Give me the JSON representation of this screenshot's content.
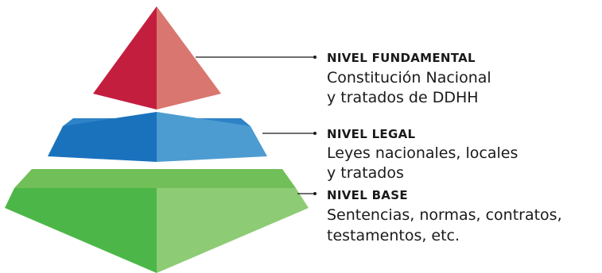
{
  "colors": {
    "top_left": "#c41e3f",
    "top_right": "#d9766f",
    "mid_top": "#2e83c7",
    "mid_left": "#1a72bd",
    "mid_right": "#4d9cd1",
    "base_top": "#71bf58",
    "base_left": "#4cb748",
    "base_right": "#8dcb75",
    "text": "#1a1a1a",
    "line": "#1a1a1a"
  },
  "levels": [
    {
      "title": "NIVEL FUNDAMENTAL",
      "lines": [
        "Constitución Nacional",
        "y tratados de DDHH"
      ]
    },
    {
      "title": "NIVEL LEGAL",
      "lines": [
        "Leyes nacionales, locales",
        "y tratados"
      ]
    },
    {
      "title": "NIVEL BASE",
      "lines": [
        "Sentencias, normas, contratos,",
        "testamentos, etc."
      ]
    }
  ]
}
